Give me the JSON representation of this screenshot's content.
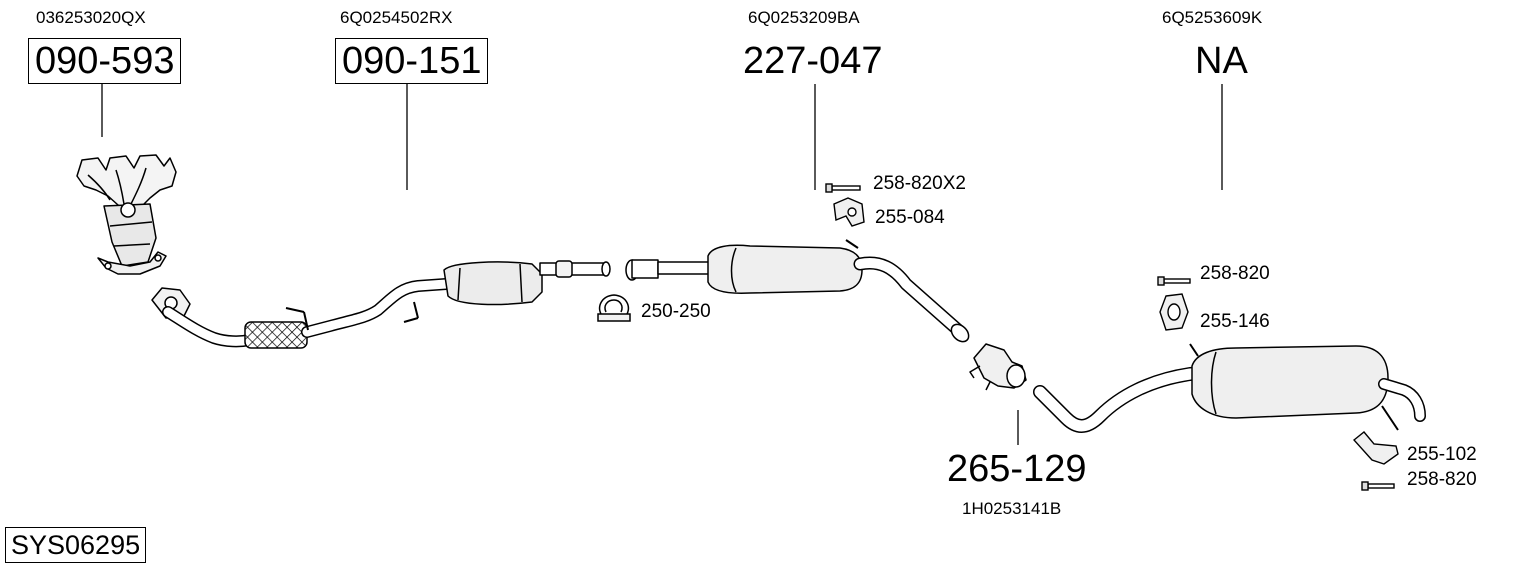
{
  "system_code": "SYS06295",
  "parts": [
    {
      "oem": "036253020QX",
      "code": "090-593",
      "boxed": true,
      "part": "manifold-catalytic-converter"
    },
    {
      "oem": "6Q0254502RX",
      "code": "090-151",
      "boxed": true,
      "part": "catalytic-converter-front-pipe"
    },
    {
      "oem": "6Q0253209BA",
      "code": "227-047",
      "boxed": false,
      "part": "middle-silencer"
    },
    {
      "oem": "6Q5253609K",
      "code": "NA",
      "boxed": false,
      "part": "rear-silencer"
    },
    {
      "oem": "1H0253141B",
      "code": "265-129",
      "boxed": false,
      "part": "repair-pipe"
    }
  ],
  "fittings": {
    "clamp_front": "250-250",
    "bolt_middle": "258-820X2",
    "mount_middle": "255-084",
    "bolt_rear_top": "258-820",
    "mount_rear_top": "255-146",
    "mount_rear_bottom": "255-102",
    "bolt_rear_bottom": "258-820"
  }
}
